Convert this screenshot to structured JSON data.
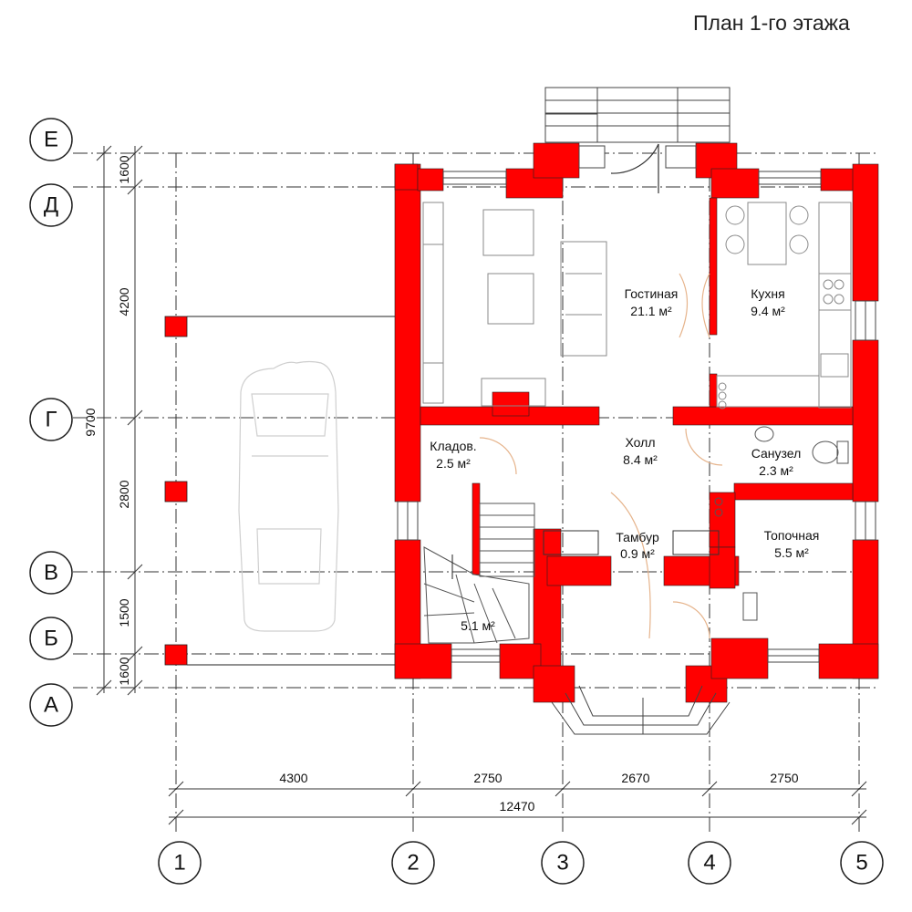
{
  "title": "План 1-го этажа",
  "colors": {
    "wall": "#ff0000",
    "line": "#222222",
    "furniture": "#9a9a9a",
    "car": "#cccccc",
    "door": "#e6b48c"
  },
  "rooms": [
    {
      "name": "Гостиная",
      "area": "21.1 м²"
    },
    {
      "name": "Кухня",
      "area": "9.4 м²"
    },
    {
      "name": "Кладов.",
      "area": "2.5 м²"
    },
    {
      "name": "Холл",
      "area": "8.4 м²"
    },
    {
      "name": "Санузел",
      "area": "2.3 м²"
    },
    {
      "name": "Тамбур",
      "area": "0.9 м²"
    },
    {
      "name": "Топочная",
      "area": "5.5 м²"
    },
    {
      "name": "",
      "area": "5.1 м²"
    }
  ],
  "axes": {
    "rows": [
      "Е",
      "Д",
      "Г",
      "В",
      "Б",
      "А"
    ],
    "cols": [
      "1",
      "2",
      "3",
      "4",
      "5"
    ]
  },
  "dims": {
    "vertical": [
      "1600",
      "4200",
      "2800",
      "1500",
      "1600"
    ],
    "vertical_total": "9700",
    "horizontal": [
      "4300",
      "2750",
      "2670",
      "2750"
    ],
    "horizontal_total": "12470"
  }
}
